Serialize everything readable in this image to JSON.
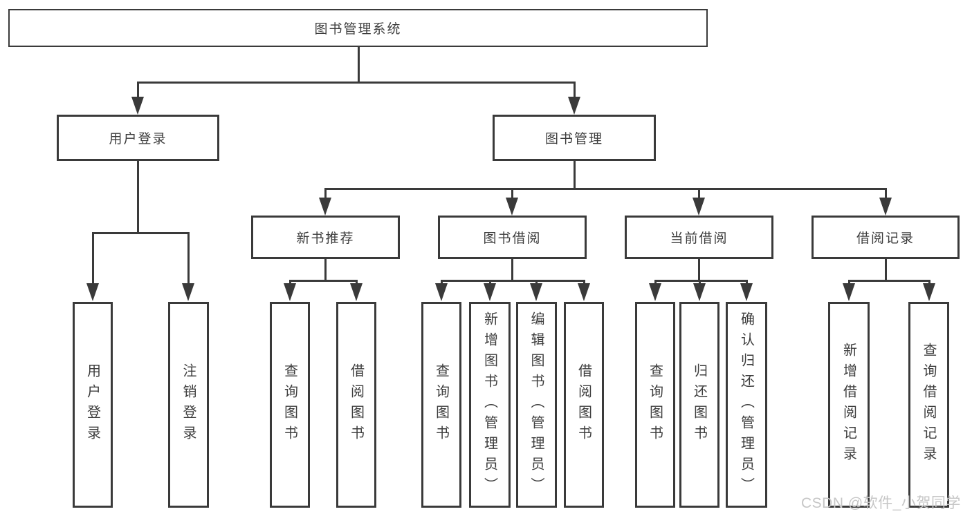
{
  "diagram": {
    "root": {
      "label": "图书管理系统"
    },
    "branches": [
      {
        "label": "用户登录",
        "children": [
          {
            "label": "用户登录"
          },
          {
            "label": "注销登录"
          }
        ]
      },
      {
        "label": "图书管理",
        "children": [
          {
            "label": "新书推荐",
            "children": [
              {
                "label": "查询图书"
              },
              {
                "label": "借阅图书"
              }
            ]
          },
          {
            "label": "图书借阅",
            "children": [
              {
                "label": "查询图书"
              },
              {
                "label": "新增图书（管理员）"
              },
              {
                "label": "编辑图书（管理员）"
              },
              {
                "label": "借阅图书"
              }
            ]
          },
          {
            "label": "当前借阅",
            "children": [
              {
                "label": "查询图书"
              },
              {
                "label": "归还图书"
              },
              {
                "label": "确认归还（管理员）"
              }
            ]
          },
          {
            "label": "借阅记录",
            "children": [
              {
                "label": "新增借阅记录"
              },
              {
                "label": "查询借阅记录"
              }
            ]
          }
        ]
      }
    ]
  },
  "watermark": "CSDN @软件_小贺同学",
  "colors": {
    "line": "#3a3a3a",
    "text": "#3d3d3d",
    "watermark": "#c6c6c6",
    "background": "#ffffff"
  }
}
